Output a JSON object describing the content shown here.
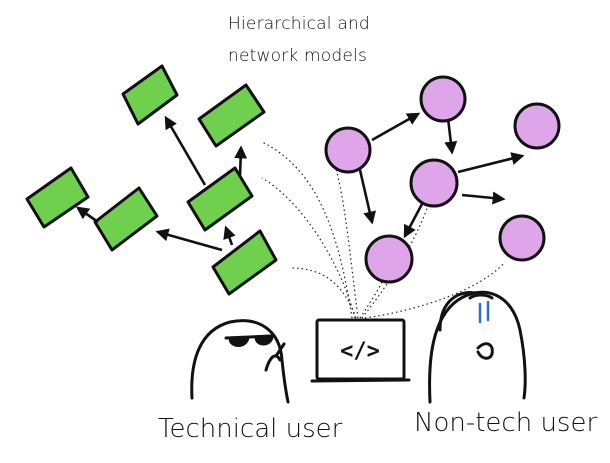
{
  "diagram": {
    "title_line_1": "Hierarchical and",
    "title_line_2": "network models",
    "code_symbol": "</>",
    "technical_label": "Technical user",
    "nontech_label": "Non-tech user"
  },
  "colors": {
    "hierarchy_node": "#6fd04e",
    "network_node": "#dea5e8",
    "stroke": "#111111",
    "sweat": "#2a6fd6",
    "background": "#ffffff"
  },
  "icons": {
    "laptop": "code-laptop-icon",
    "technical_user": "cool-user-with-sunglasses-icon",
    "nontech_user": "stressed-user-icon"
  }
}
